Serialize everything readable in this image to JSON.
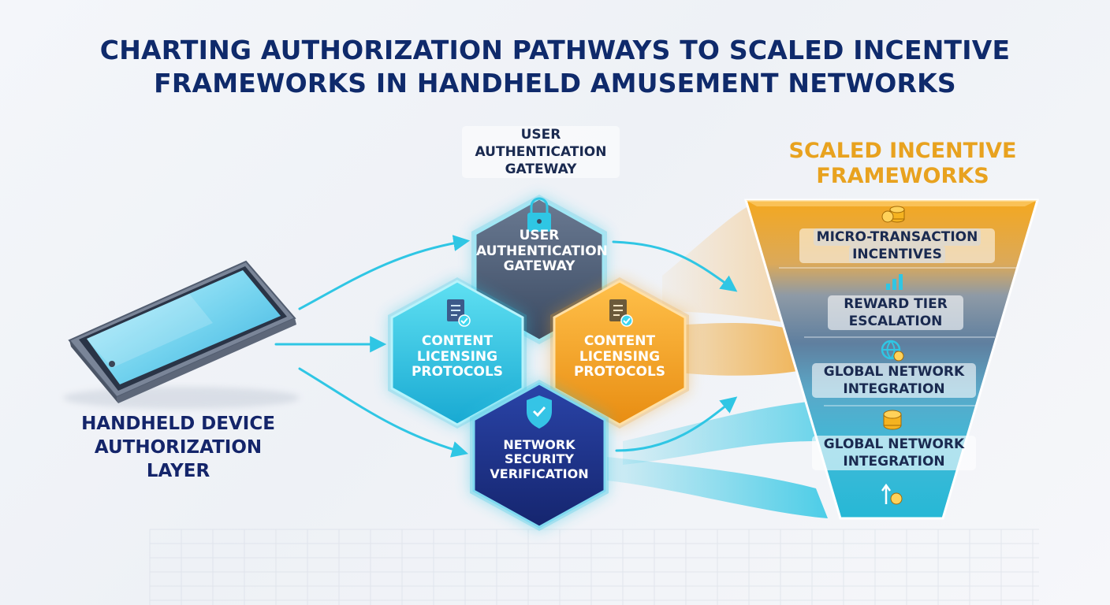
{
  "title": {
    "line1": "CHARTING AUTHORIZATION PATHWAYS TO SCALED INCENTIVE",
    "line2": "FRAMEWORKS IN HANDHELD AMUSEMENT NETWORKS"
  },
  "device": {
    "label_line1": "HANDHELD DEVICE",
    "label_line2": "AUTHORIZATION",
    "label_line3": "LAYER"
  },
  "gateway_caption": {
    "line1": "USER",
    "line2": "AUTHENTICATION",
    "line3": "GATEWAY"
  },
  "hexagons": {
    "auth": {
      "line1": "USER",
      "line2": "AUTHENTICATION",
      "line3": "GATEWAY",
      "icon": "lock-icon"
    },
    "content_left": {
      "line1": "CONTENT",
      "line2": "LICENSING",
      "line3": "PROTOCOLS",
      "icon": "document-check-icon"
    },
    "content_right": {
      "line1": "CONTENT",
      "line2": "LICENSING",
      "line3": "PROTOCOLS",
      "icon": "document-check-icon"
    },
    "network": {
      "line1": "NETWORK",
      "line2": "SECURITY",
      "line3": "VERIFICATION",
      "icon": "shield-check-icon"
    }
  },
  "funnel": {
    "heading_line1": "SCALED INCENTIVE",
    "heading_line2": "FRAMEWORKS",
    "tiers": [
      {
        "line1": "MICRO-TRANSACTION",
        "line2": "INCENTIVES",
        "icon": "coin-stack-icon"
      },
      {
        "line1": "REWARD TIER",
        "line2": "ESCALATION",
        "icon": "growth-bars-icon"
      },
      {
        "line1": "GLOBAL NETWORK",
        "line2": "INTEGRATION",
        "icon": "globe-coin-icon"
      },
      {
        "line1": "GLOBAL NETWORK",
        "line2": "INTEGRATION",
        "icon": "coin-stack-icon"
      },
      {
        "line1": "",
        "line2": "",
        "icon": "exchange-coin-icon"
      }
    ]
  },
  "colors": {
    "title": "#0f2a6b",
    "navy": "#1a2f7a",
    "cyan": "#2fc6e4",
    "orange": "#f0a024",
    "slate": "#4d5d76",
    "funnel_heading": "#e8a21f"
  }
}
